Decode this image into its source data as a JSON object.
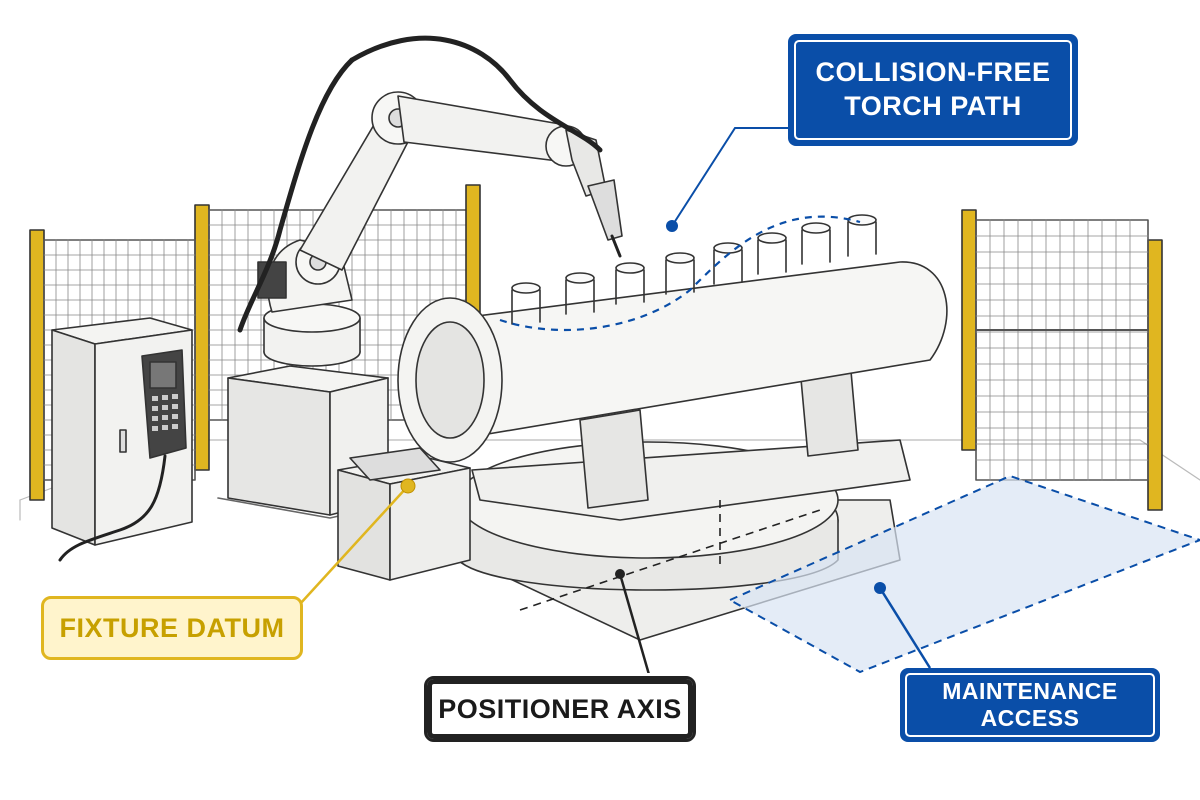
{
  "colors": {
    "blue": "#0a4ea8",
    "yellow": "#e0b620",
    "steel": "#f2f2f0",
    "ink": "#333333",
    "zone_fill": "#d8e4f4"
  },
  "callouts": {
    "torch_path": "COLLISION-FREE\nTORCH PATH",
    "fixture_datum": "FIXTURE DATUM",
    "positioner_axis": "POSITIONER AXIS",
    "maintenance_access": "MAINTENANCE ACCESS"
  },
  "icons": {
    "robot": "six-axis-welding-robot",
    "pendant": "teach-pendant",
    "cabinet": "controller-cabinet",
    "fence": "safety-fence",
    "positioner": "rotary-positioner"
  }
}
